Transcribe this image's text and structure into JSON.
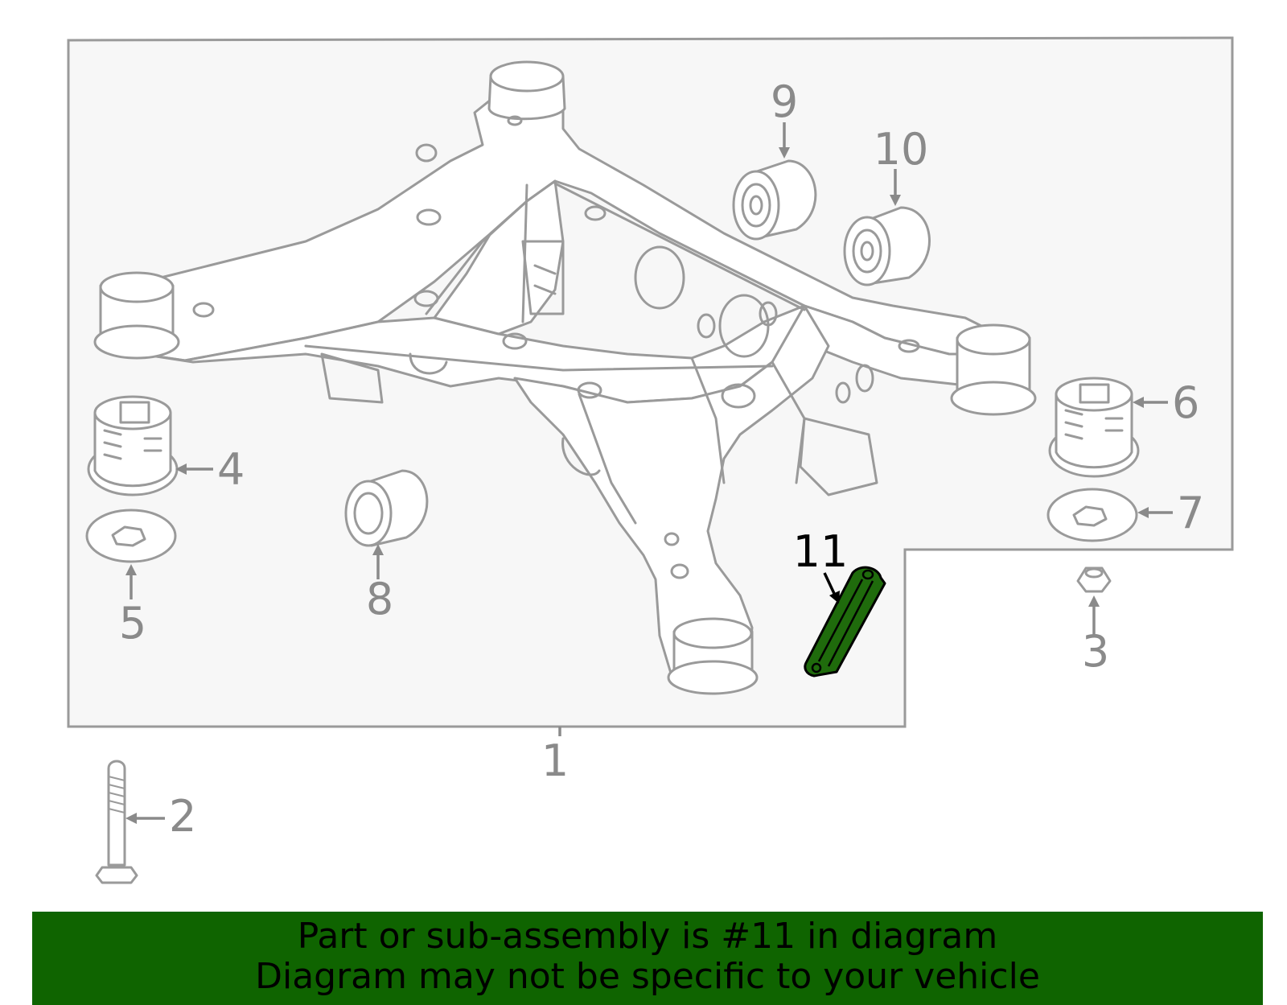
{
  "diagram": {
    "callouts": {
      "c1": "1",
      "c2": "2",
      "c3": "3",
      "c4": "4",
      "c5": "5",
      "c6": "6",
      "c7": "7",
      "c8": "8",
      "c9": "9",
      "c10": "10",
      "c11": "11"
    },
    "highlighted_part": "11",
    "highlight_color": "#1f6b0c"
  },
  "banner": {
    "line1": "Part or sub-assembly is #11 in diagram",
    "line2": "Diagram may not be specific to your vehicle",
    "background": "#0f6400"
  }
}
